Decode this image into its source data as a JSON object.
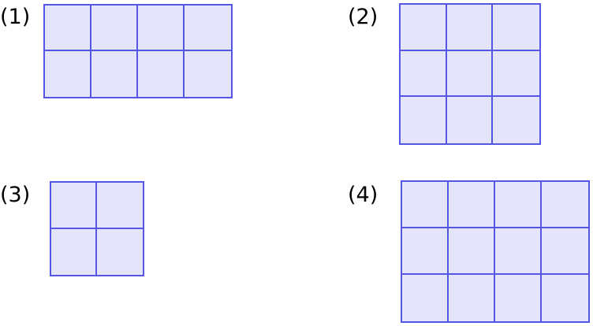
{
  "figures": [
    {
      "label": "(1)",
      "rows": 2,
      "cols": 4
    },
    {
      "label": "(2)",
      "rows": 3,
      "cols": 3
    },
    {
      "label": "(3)",
      "rows": 2,
      "cols": 2
    },
    {
      "label": "(4)",
      "rows": 3,
      "cols": 4
    }
  ],
  "colors": {
    "grid_line": "#5555e6",
    "cell_fill": "#e4e4fb",
    "label_text": "#000000"
  }
}
